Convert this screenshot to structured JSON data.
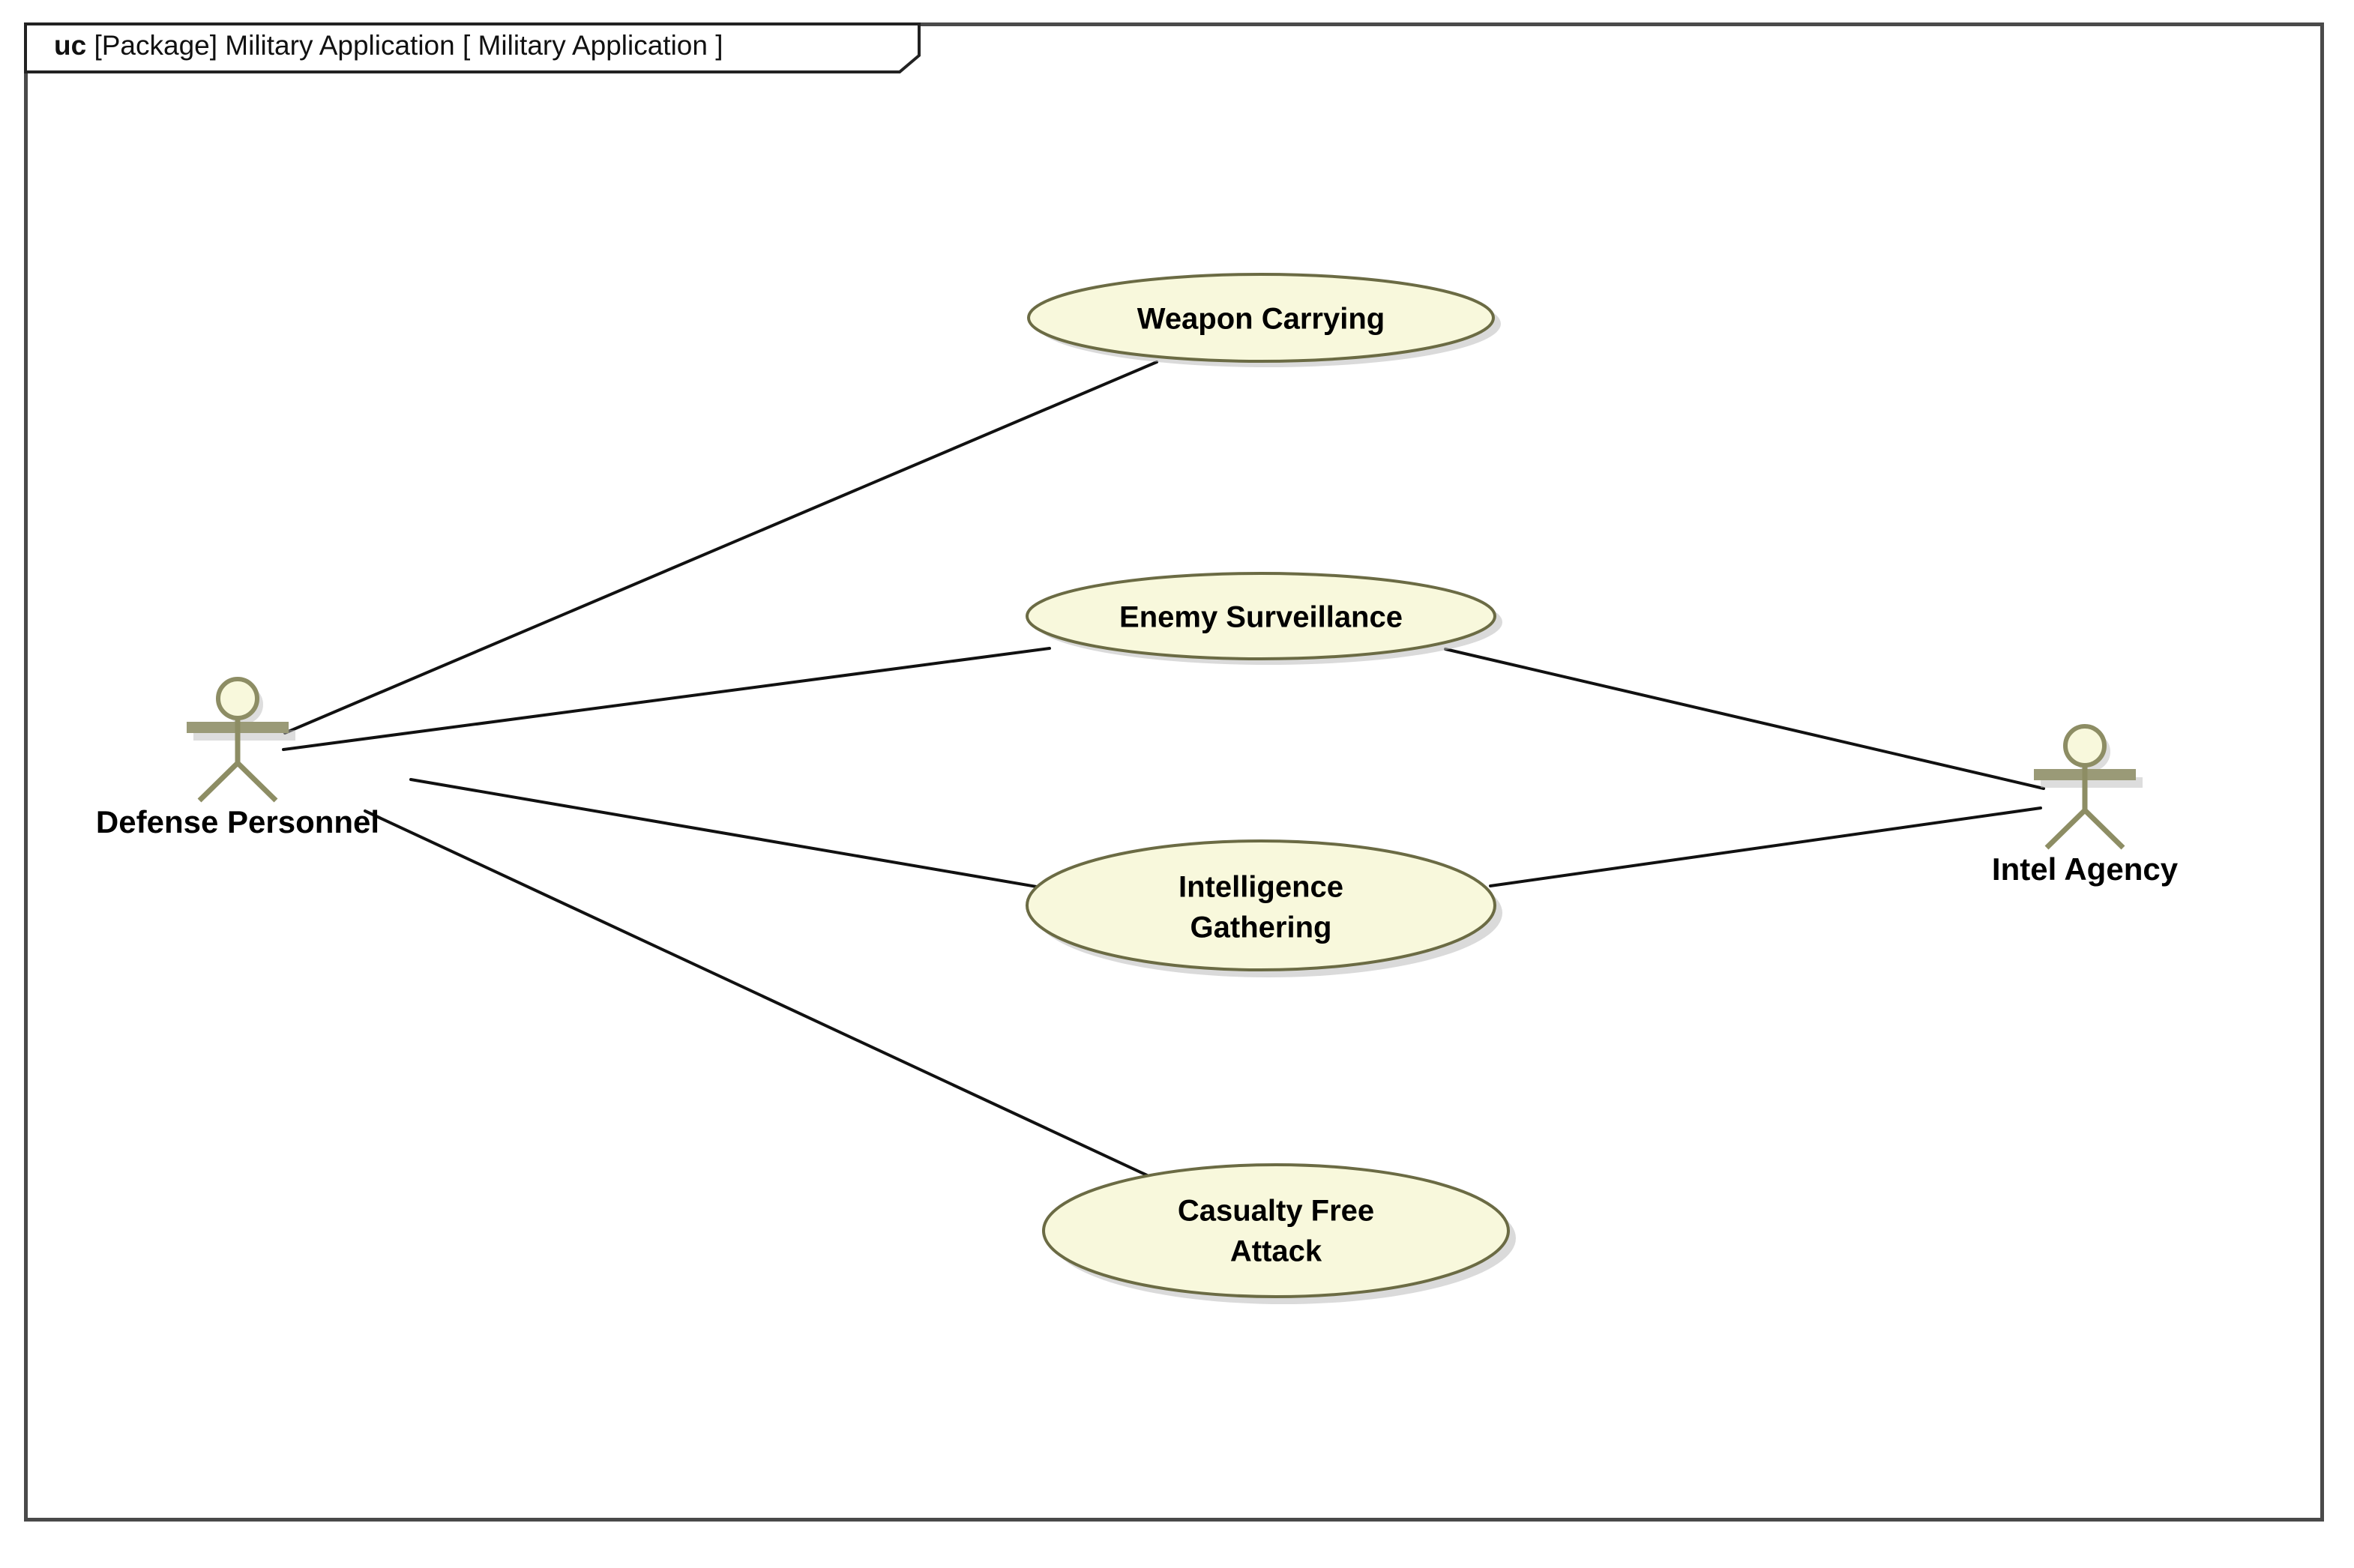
{
  "diagram": {
    "kind_abbrev": "uc",
    "frame_label_prefix": "[Package] Military Application",
    "frame_label_scope": "[ Military Application ]",
    "title_full": "uc [Package] Military Application [ Military Application ]",
    "colors": {
      "frame_border": "#4a4a4a",
      "usecase_fill": "#f8f8dc",
      "usecase_border": "#6b6b44",
      "actor_stroke": "#8d8d64",
      "actor_head_fill": "#f8f8dc",
      "edge_stroke": "#111111",
      "shadow": "#bcbcbc",
      "background": "#ffffff",
      "text": "#000000"
    }
  },
  "actors": [
    {
      "id": "defense-personnel",
      "label": "Defense Personnel"
    },
    {
      "id": "intel-agency",
      "label": "Intel Agency"
    }
  ],
  "use_cases": [
    {
      "id": "weapon-carrying",
      "label": "Weapon Carrying",
      "lines": [
        "Weapon Carrying"
      ]
    },
    {
      "id": "enemy-surveillance",
      "label": "Enemy Surveillance",
      "lines": [
        "Enemy Surveillance"
      ]
    },
    {
      "id": "intelligence-gathering",
      "label": "Intelligence Gathering",
      "lines": [
        "Intelligence",
        "Gathering"
      ]
    },
    {
      "id": "casualty-free-attack",
      "label": "Casualty Free Attack",
      "lines": [
        "Casualty Free",
        "Attack"
      ]
    }
  ],
  "associations": [
    {
      "from": "defense-personnel",
      "to": "weapon-carrying"
    },
    {
      "from": "defense-personnel",
      "to": "enemy-surveillance"
    },
    {
      "from": "defense-personnel",
      "to": "intelligence-gathering"
    },
    {
      "from": "defense-personnel",
      "to": "casualty-free-attack"
    },
    {
      "from": "enemy-surveillance",
      "to": "intel-agency"
    },
    {
      "from": "intelligence-gathering",
      "to": "intel-agency"
    }
  ],
  "labels": {
    "uc_weapon_l1": "Weapon Carrying",
    "uc_enemy_l1": "Enemy Surveillance",
    "uc_intel_l1": "Intelligence",
    "uc_intel_l2": "Gathering",
    "uc_casualty_l1": "Casualty Free",
    "uc_casualty_l2": "Attack",
    "actor_defense": "Defense Personnel",
    "actor_intel": "Intel Agency"
  }
}
